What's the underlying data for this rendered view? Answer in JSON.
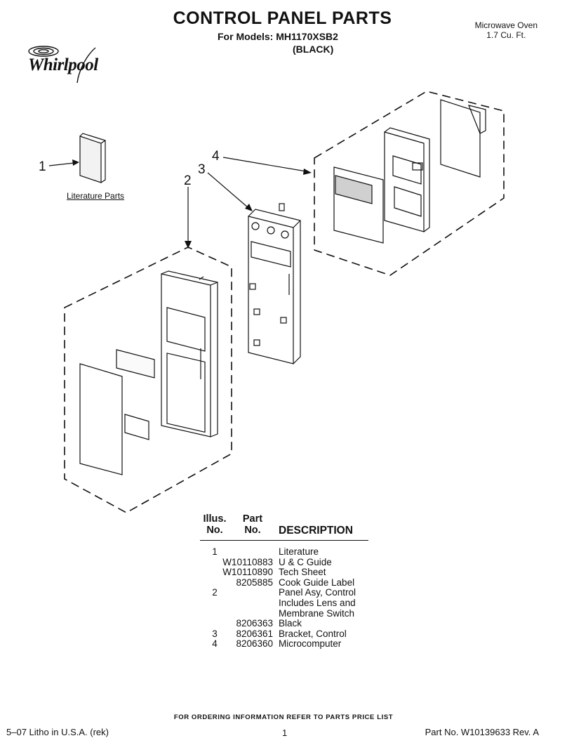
{
  "header": {
    "title": "CONTROL PANEL PARTS",
    "models": "For Models: MH1170XSB2",
    "variant": "(BLACK)",
    "product_line1": "Microwave Oven",
    "product_line2": "1.7 Cu. Ft.",
    "brand": "Whirlpool"
  },
  "diagram": {
    "callouts": [
      "1",
      "2",
      "3",
      "4"
    ],
    "literature_label": "Literature Parts"
  },
  "parts_table": {
    "header": {
      "illus_line1": "Illus.",
      "illus_line2": "No.",
      "part_line1": "Part",
      "part_line2": "No.",
      "description": "DESCRIPTION"
    },
    "rows": [
      {
        "illus": "1",
        "part": "",
        "desc": "Literature"
      },
      {
        "illus": "",
        "part": "W10110883",
        "desc": "U & C Guide"
      },
      {
        "illus": "",
        "part": "W10110890",
        "desc": "Tech Sheet"
      },
      {
        "illus": "",
        "part": "8205885",
        "desc": "Cook Guide Label"
      },
      {
        "illus": "2",
        "part": "",
        "desc": "Panel Asy, Control"
      },
      {
        "illus": "",
        "part": "",
        "desc": "Includes Lens and"
      },
      {
        "illus": "",
        "part": "",
        "desc": "Membrane Switch"
      },
      {
        "illus": "",
        "part": "8206363",
        "desc": "Black"
      },
      {
        "illus": "3",
        "part": "8206361",
        "desc": "Bracket, Control"
      },
      {
        "illus": "4",
        "part": "8206360",
        "desc": "Microcomputer"
      }
    ]
  },
  "footer": {
    "ordering_note": "FOR ORDERING INFORMATION REFER TO PARTS PRICE LIST",
    "litho": "5–07 Litho in U.S.A. (rek)",
    "page": "1",
    "part_number": "Part No. W10139633 Rev. A"
  }
}
